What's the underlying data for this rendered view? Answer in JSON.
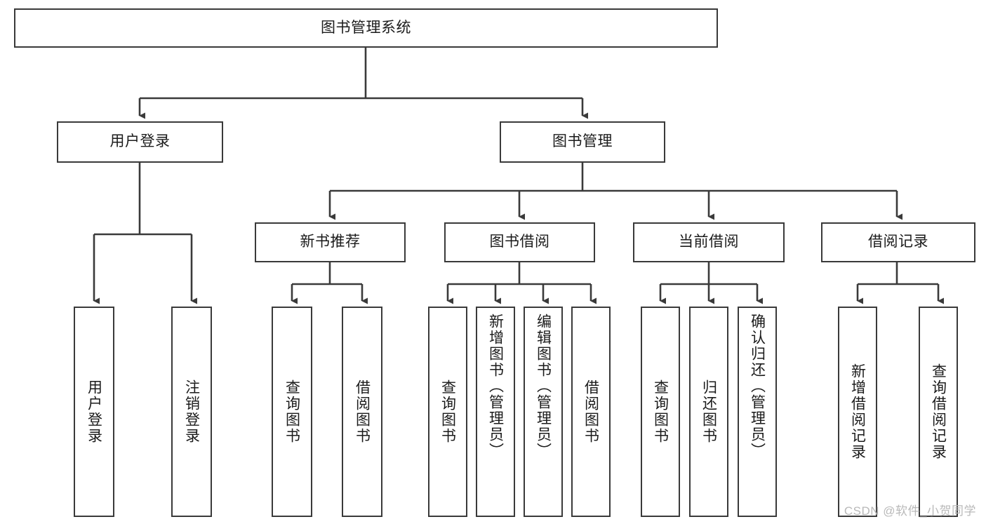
{
  "diagram": {
    "title": "图书管理系统",
    "type": "tree-hierarchy",
    "orientation": "top-down",
    "colors": {
      "background": "#ffffff",
      "node_border": "#3a3a3a",
      "node_fill": "#ffffff",
      "text": "#1b1b1b",
      "edge": "#3a3a3a",
      "watermark": "#b9b9b9"
    },
    "watermark": "CSDN @软件_小贺同学",
    "levels": {
      "root": "图书管理系统",
      "level2": [
        "用户登录",
        "图书管理"
      ],
      "level3": [
        "新书推荐",
        "图书借阅",
        "当前借阅",
        "借阅记录"
      ]
    },
    "nodes": {
      "root": {
        "label": "图书管理系统"
      },
      "user_login": {
        "label": "用户登录"
      },
      "book_manage": {
        "label": "图书管理"
      },
      "new_book_rec": {
        "label": "新书推荐"
      },
      "book_borrow": {
        "label": "图书借阅"
      },
      "current_borrow": {
        "label": "当前借阅"
      },
      "borrow_record": {
        "label": "借阅记录"
      },
      "leaf_user_login": {
        "label": "用户登录"
      },
      "leaf_user_logout": {
        "label": "注销登录"
      },
      "leaf_rec_query": {
        "label": "查询图书"
      },
      "leaf_rec_borrow": {
        "label": "借阅图书"
      },
      "leaf_borrow_query": {
        "label": "查询图书"
      },
      "leaf_borrow_add": {
        "label": "新增图书（管理员）"
      },
      "leaf_borrow_edit": {
        "label": "编辑图书（管理员）"
      },
      "leaf_borrow_do": {
        "label": "借阅图书"
      },
      "leaf_cur_query": {
        "label": "查询图书"
      },
      "leaf_cur_return": {
        "label": "归还图书"
      },
      "leaf_cur_confirm": {
        "label": "确认归还（管理员）"
      },
      "leaf_rec_add": {
        "label": "新增借阅记录"
      },
      "leaf_rec_search": {
        "label": "查询借阅记录"
      }
    }
  }
}
